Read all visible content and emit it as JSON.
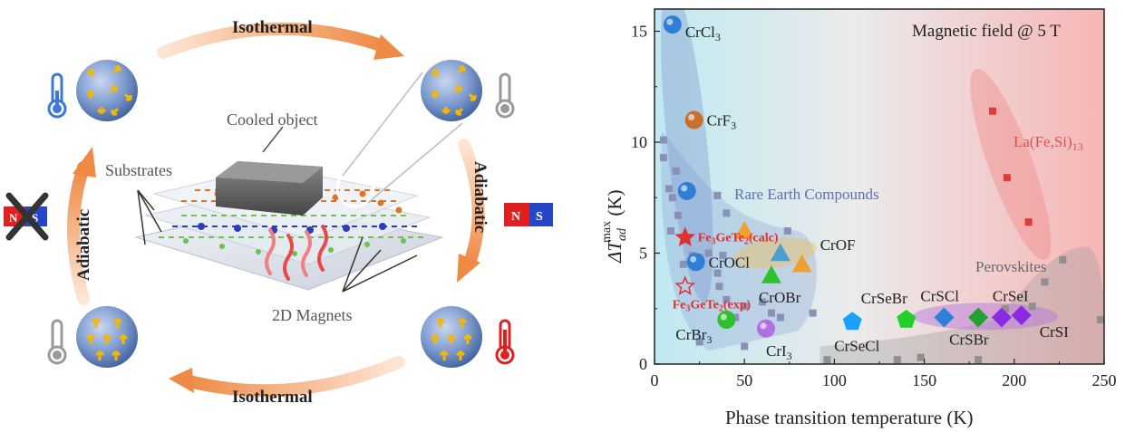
{
  "diagram": {
    "isothermal_top": "Isothermal",
    "isothermal_bottom": "Isothermal",
    "adiabatic_left": "Adiabatic",
    "adiabatic_right": "Adiabatic",
    "cooled_object": "Cooled object",
    "substrates": "Substrates",
    "magnets_label": "2D Magnets",
    "magnet_n": "N",
    "magnet_s": "S",
    "icons": [
      "thermometer-cold-icon",
      "thermometer-neutral-icon",
      "thermometer-hot-icon",
      "magnet-icon",
      "crossed-magnet-icon",
      "spin-arrow-icon"
    ],
    "colors": {
      "arrow": "#ef8a45",
      "cold": "#3b78d8",
      "hot": "#e02020",
      "neutral": "#9a9a9a",
      "sphere": "#6f8fc6",
      "spin": "#f5b800"
    }
  },
  "chart_data": {
    "type": "scatter",
    "annotation": "Magnetic field @ 5 T",
    "xlabel": "Phase transition temperature (K)",
    "ylabel_main": "ΔT",
    "ylabel_sub": "ad",
    "ylabel_sup": "max",
    "ylabel_unit": " (K)",
    "xlim": [
      0,
      250
    ],
    "ylim": [
      0,
      16
    ],
    "xticks": [
      "0",
      "50",
      "100",
      "150",
      "200",
      "250"
    ],
    "yticks": [
      "0",
      "5",
      "10",
      "15"
    ],
    "region_labels": {
      "rare_earth": "Rare Earth Compounds",
      "perovskites": "Perovskites",
      "lafesi": "La(Fe,Si)",
      "lafesi_sub": "13"
    },
    "rare_earth_points": [
      [
        5,
        10.1
      ],
      [
        5,
        9.3
      ],
      [
        8,
        7.9
      ],
      [
        10,
        7.5
      ],
      [
        12,
        8.7
      ],
      [
        9,
        6.0
      ],
      [
        13,
        6.7
      ],
      [
        18,
        5.6
      ],
      [
        16,
        4.5
      ],
      [
        21,
        4.9
      ],
      [
        25,
        4.8
      ],
      [
        30,
        5.0
      ],
      [
        35,
        4.1
      ],
      [
        36,
        3.5
      ],
      [
        38,
        4.9
      ],
      [
        40,
        2.9
      ],
      [
        45,
        2.1
      ],
      [
        50,
        2.6
      ],
      [
        60,
        2.8
      ],
      [
        65,
        2.3
      ],
      [
        70,
        2.1
      ],
      [
        74,
        6.0
      ],
      [
        88,
        2.3
      ],
      [
        25,
        1.0
      ],
      [
        35,
        7.6
      ],
      [
        40,
        6.8
      ],
      [
        50,
        0.8
      ]
    ],
    "perovskite_points": [
      [
        96,
        0.2
      ],
      [
        135,
        0.2
      ],
      [
        148,
        0.3
      ],
      [
        180,
        0.2
      ],
      [
        195,
        2.5
      ],
      [
        210,
        2.6
      ],
      [
        217,
        3.7
      ],
      [
        227,
        4.7
      ],
      [
        248,
        2.0
      ]
    ],
    "lafesi_points": [
      [
        188,
        11.4
      ],
      [
        196,
        8.4
      ],
      [
        208,
        6.4
      ]
    ],
    "compounds": [
      {
        "name": "CrCl",
        "sub": "3",
        "x": 10,
        "y": 15.3,
        "shape": "sphere",
        "color": "#2f7fd8"
      },
      {
        "name": "CrF",
        "sub": "3",
        "x": 22,
        "y": 11.0,
        "shape": "sphere",
        "color": "#c8702e"
      },
      {
        "name": "",
        "sub": "",
        "x": 18,
        "y": 7.8,
        "shape": "sphere",
        "color": "#2f7fd8"
      },
      {
        "name": "CrOF",
        "sub": "",
        "x": 82,
        "y": 4.5,
        "shape": "triangle",
        "color": "#f0a030"
      },
      {
        "name": "",
        "sub": "",
        "x": 70,
        "y": 5.0,
        "shape": "triangle",
        "color": "#4aa0d0"
      },
      {
        "name": "",
        "sub": "",
        "x": 50,
        "y": 6.0,
        "shape": "triangle",
        "color": "#f0a030"
      },
      {
        "name": "CrOCl",
        "sub": "",
        "x": 23,
        "y": 4.6,
        "shape": "sphere",
        "color": "#2f7fd8"
      },
      {
        "name": "CrOBr",
        "sub": "",
        "x": 65,
        "y": 4.0,
        "shape": "triangle",
        "color": "#2ec02e"
      },
      {
        "name": "CrBr",
        "sub": "3",
        "x": 40,
        "y": 2.0,
        "shape": "sphere",
        "color": "#2ec02e"
      },
      {
        "name": "CrI",
        "sub": "3",
        "x": 62,
        "y": 1.6,
        "shape": "sphere",
        "color": "#b070e0"
      },
      {
        "name": "CrSeCl",
        "sub": "",
        "x": 110,
        "y": 1.9,
        "shape": "pentagon",
        "color": "#1aa0ff"
      },
      {
        "name": "CrSeBr",
        "sub": "",
        "x": 140,
        "y": 2.0,
        "shape": "pentagon",
        "color": "#22d02a"
      },
      {
        "name": "CrSCl",
        "sub": "",
        "x": 161,
        "y": 2.1,
        "shape": "diamond",
        "color": "#2f7fd8"
      },
      {
        "name": "CrSBr",
        "sub": "",
        "x": 180,
        "y": 2.1,
        "shape": "diamond",
        "color": "#22a030"
      },
      {
        "name": "CrSeI",
        "sub": "",
        "x": 193,
        "y": 2.1,
        "shape": "diamond",
        "color": "#8a2be2"
      },
      {
        "name": "CrSI",
        "sub": "",
        "x": 204,
        "y": 2.2,
        "shape": "diamond",
        "color": "#8a2be2"
      }
    ],
    "fgt_calc": {
      "pre": "Fe",
      "s1": "3",
      "mid": "GeTe",
      "s2": "2",
      "post": "(calc)",
      "x": 17,
      "y": 5.7,
      "color": "#e03030"
    },
    "fgt_exp": {
      "pre": "Fe",
      "s1": "3",
      "mid": "GeTe",
      "s2": "2",
      "post": "(exp)",
      "x": 17,
      "y": 3.5,
      "color": "#e03030"
    }
  }
}
